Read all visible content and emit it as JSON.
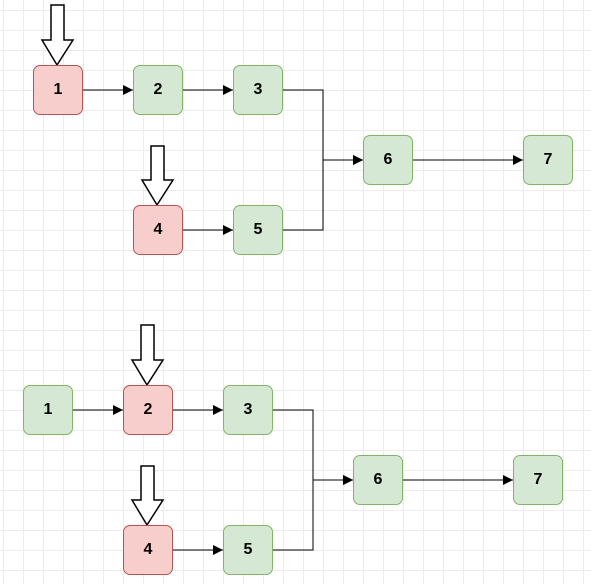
{
  "diagrams": [
    {
      "nodes": [
        {
          "id": "t1",
          "label": "1",
          "fill": "red"
        },
        {
          "id": "t2",
          "label": "2",
          "fill": "green"
        },
        {
          "id": "t3",
          "label": "3",
          "fill": "green"
        },
        {
          "id": "t4",
          "label": "4",
          "fill": "red"
        },
        {
          "id": "t5",
          "label": "5",
          "fill": "green"
        },
        {
          "id": "t6",
          "label": "6",
          "fill": "green"
        },
        {
          "id": "t7",
          "label": "7",
          "fill": "green"
        }
      ],
      "edges": [
        [
          "1",
          "2"
        ],
        [
          "2",
          "3"
        ],
        [
          "3",
          "6"
        ],
        [
          "4",
          "5"
        ],
        [
          "5",
          "6"
        ],
        [
          "6",
          "7"
        ]
      ],
      "entry_arrows_on": [
        "1",
        "4"
      ]
    },
    {
      "nodes": [
        {
          "id": "b1",
          "label": "1",
          "fill": "green"
        },
        {
          "id": "b2",
          "label": "2",
          "fill": "red"
        },
        {
          "id": "b3",
          "label": "3",
          "fill": "green"
        },
        {
          "id": "b4",
          "label": "4",
          "fill": "red"
        },
        {
          "id": "b5",
          "label": "5",
          "fill": "green"
        },
        {
          "id": "b6",
          "label": "6",
          "fill": "green"
        },
        {
          "id": "b7",
          "label": "7",
          "fill": "green"
        }
      ],
      "edges": [
        [
          "1",
          "2"
        ],
        [
          "2",
          "3"
        ],
        [
          "3",
          "6"
        ],
        [
          "4",
          "5"
        ],
        [
          "5",
          "6"
        ],
        [
          "6",
          "7"
        ]
      ],
      "entry_arrows_on": [
        "2",
        "4"
      ]
    }
  ],
  "colors": {
    "green_fill": "#d5e8d4",
    "green_stroke": "#82b366",
    "red_fill": "#f8cecc",
    "red_stroke": "#b85450",
    "edge": "#000000",
    "entry_arrow_fill": "#ffffff"
  }
}
